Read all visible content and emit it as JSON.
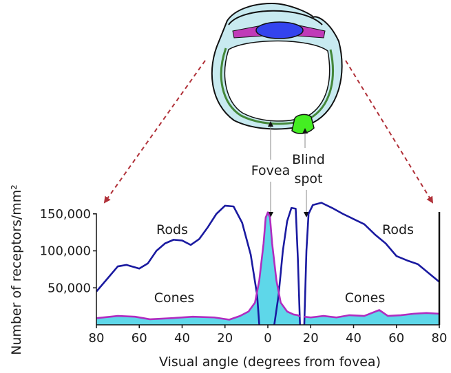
{
  "chart_data": {
    "type": "line",
    "title": "",
    "xlabel": "Visual angle (degrees from fovea)",
    "ylabel": "Number of receptors/mm²",
    "x_tick_labels": [
      "80",
      "60",
      "40",
      "20",
      "0",
      "20",
      "40",
      "60",
      "80"
    ],
    "y_tick_labels": [
      "50,000",
      "100,000",
      "150,000"
    ],
    "y_ticks": [
      50000,
      100000,
      150000
    ],
    "xlim": [
      -80,
      80
    ],
    "ylim": [
      0,
      160000
    ],
    "grid": false,
    "series": [
      {
        "name": "Rods",
        "color": "#1a1aa0",
        "segments": [
          [
            [
              -80,
              45000
            ],
            [
              -75,
              62000
            ],
            [
              -70,
              79000
            ],
            [
              -66,
              81000
            ],
            [
              -60,
              76000
            ],
            [
              -56,
              83000
            ],
            [
              -52,
              100000
            ],
            [
              -48,
              110000
            ],
            [
              -44,
              115000
            ],
            [
              -40,
              114000
            ],
            [
              -36,
              108000
            ],
            [
              -32,
              116000
            ],
            [
              -28,
              132000
            ],
            [
              -24,
              150000
            ],
            [
              -20,
              161000
            ],
            [
              -16,
              160000
            ],
            [
              -12,
              138000
            ],
            [
              -8,
              95000
            ],
            [
              -5,
              40000
            ],
            [
              -4,
              0
            ]
          ],
          [
            [
              3,
              0
            ],
            [
              5,
              40000
            ],
            [
              7,
              100000
            ],
            [
              9,
              140000
            ],
            [
              11,
              158000
            ],
            [
              13,
              157000
            ],
            [
              14,
              90000
            ],
            [
              15,
              0
            ]
          ],
          [
            [
              17,
              0
            ],
            [
              18,
              100000
            ],
            [
              19,
              150000
            ],
            [
              21,
              162000
            ],
            [
              25,
              165000
            ],
            [
              30,
              158000
            ],
            [
              35,
              150000
            ],
            [
              40,
              143000
            ],
            [
              45,
              136000
            ],
            [
              50,
              122000
            ],
            [
              55,
              110000
            ],
            [
              60,
              93000
            ],
            [
              65,
              87000
            ],
            [
              70,
              82000
            ],
            [
              75,
              70000
            ],
            [
              80,
              58000
            ]
          ]
        ]
      },
      {
        "name": "Cones",
        "color": "#b02cc0",
        "segments": [
          [
            [
              -80,
              9000
            ],
            [
              -70,
              12000
            ],
            [
              -62,
              11000
            ],
            [
              -55,
              7500
            ],
            [
              -45,
              9000
            ],
            [
              -35,
              11000
            ],
            [
              -25,
              10000
            ],
            [
              -18,
              7000
            ],
            [
              -13,
              12000
            ],
            [
              -9,
              18000
            ],
            [
              -6,
              30000
            ],
            [
              -4,
              60000
            ],
            [
              -2,
              110000
            ],
            [
              -1,
              145000
            ],
            [
              0,
              152000
            ],
            [
              1,
              145000
            ],
            [
              2,
              110000
            ],
            [
              4,
              60000
            ],
            [
              6,
              30000
            ],
            [
              9,
              18000
            ],
            [
              12,
              14000
            ],
            [
              14,
              13000
            ],
            [
              15,
              11000
            ]
          ],
          [
            [
              17,
              11000
            ],
            [
              20,
              10000
            ],
            [
              26,
              12000
            ],
            [
              32,
              10000
            ],
            [
              38,
              13000
            ],
            [
              45,
              12000
            ],
            [
              52,
              20000
            ],
            [
              56,
              12000
            ],
            [
              62,
              13000
            ],
            [
              68,
              15000
            ],
            [
              74,
              16000
            ],
            [
              80,
              15000
            ]
          ]
        ]
      }
    ],
    "annotations": {
      "rods_left": "Rods",
      "rods_right": "Rods",
      "cones_left": "Cones",
      "cones_right": "Cones",
      "fovea": "Fovea",
      "blind": "Blind",
      "spot": "spot"
    },
    "colors": {
      "fill": "#5ed7e9",
      "eye_outer": "#c8eaf0",
      "lens": "#3344ee",
      "optic_nerve": "#44ee22",
      "arrow_dashed": "#b03038"
    }
  }
}
